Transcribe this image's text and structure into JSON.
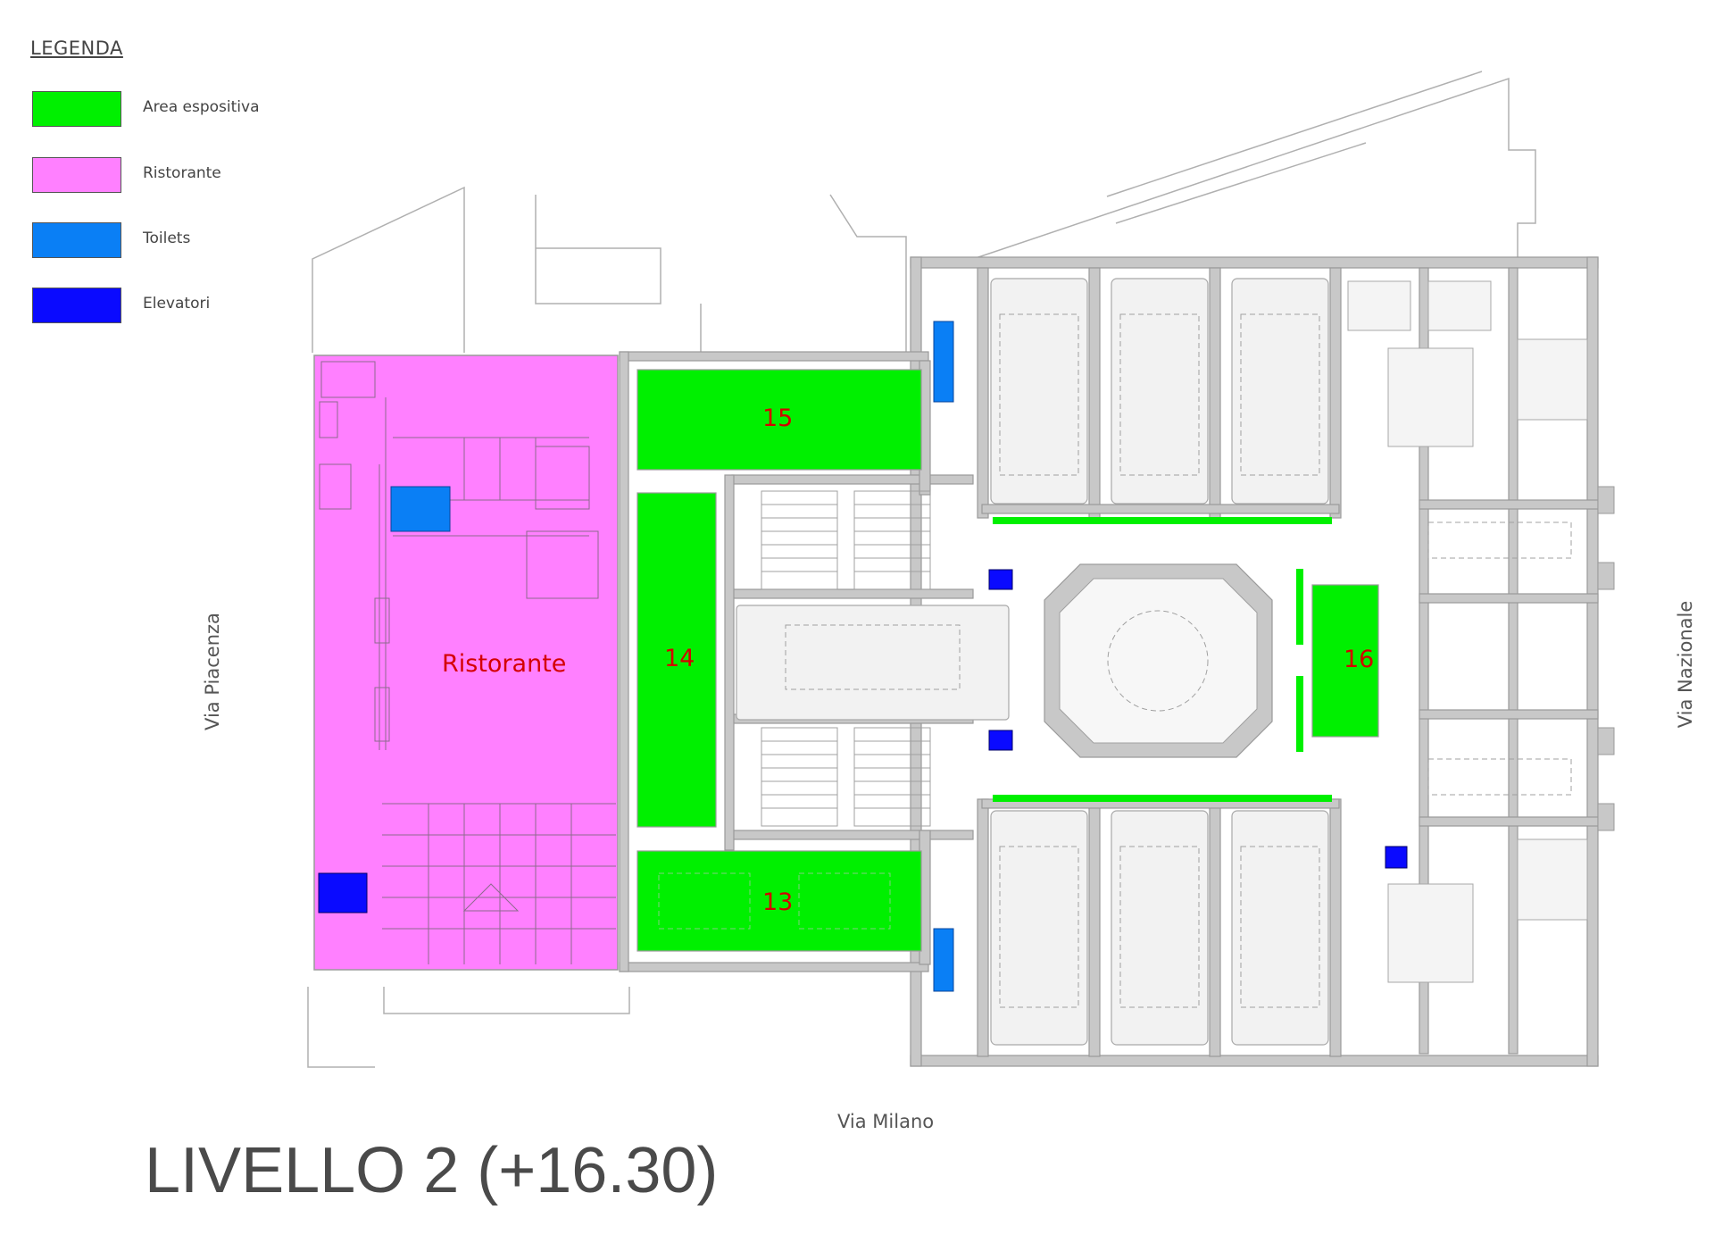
{
  "legend": {
    "title": "LEGENDA",
    "items": [
      {
        "label": "Area espositiva",
        "color": "#00f000"
      },
      {
        "label": "Ristorante",
        "color": "#ff80ff"
      },
      {
        "label": "Toilets",
        "color": "#0a7ff5"
      },
      {
        "label": "Elevatori",
        "color": "#0a0aff"
      }
    ]
  },
  "streets": {
    "west": "Via Piacenza",
    "east": "Via Nazionale",
    "south": "Via Milano"
  },
  "rooms": [
    {
      "id": "ristorante",
      "label": "Ristorante",
      "category": "Ristorante"
    },
    {
      "id": "room-15",
      "label": "15",
      "category": "Area espositiva"
    },
    {
      "id": "room-14",
      "label": "14",
      "category": "Area espositiva"
    },
    {
      "id": "room-13",
      "label": "13",
      "category": "Area espositiva"
    },
    {
      "id": "room-16",
      "label": "16",
      "category": "Area espositiva"
    }
  ],
  "colors": {
    "wall": "#c8c8c8",
    "line": "#9a9a9a",
    "room_label": "#d40000"
  },
  "level": {
    "title": "LIVELLO 2 (+16.30)"
  }
}
